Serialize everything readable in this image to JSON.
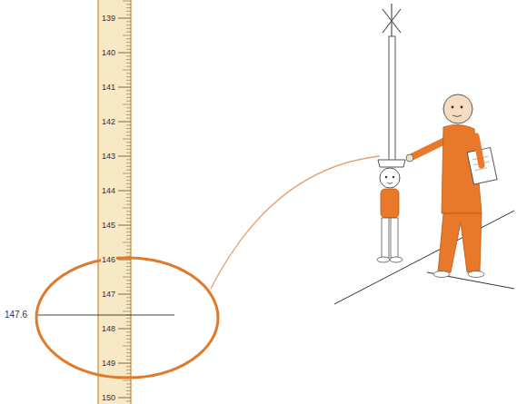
{
  "diagram": {
    "labels": [
      "139",
      "140",
      "141",
      "142",
      "143",
      "144",
      "145",
      "146",
      "147",
      "148",
      "149",
      "150",
      "147.6"
    ]
  }
}
